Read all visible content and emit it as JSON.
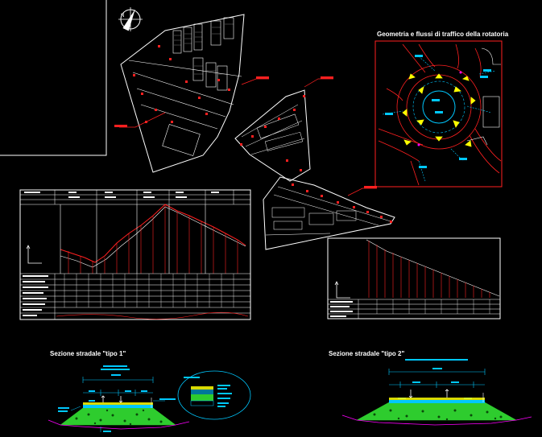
{
  "roundabout_panel": {
    "title": "Geometria e flussi di traffico della rotatoria"
  },
  "sections": {
    "type1_title": "Sezione stradale \"tipo 1\"",
    "type2_title": "Sezione stradale \"tipo 2\""
  },
  "colors": {
    "background": "#000000",
    "lines": "#ffffff",
    "accent": "#ff2020",
    "cyan": "#00c8ff",
    "yellow": "#ffff00",
    "magenta": "#ff00ff",
    "embankment": "#2ecc2e"
  }
}
